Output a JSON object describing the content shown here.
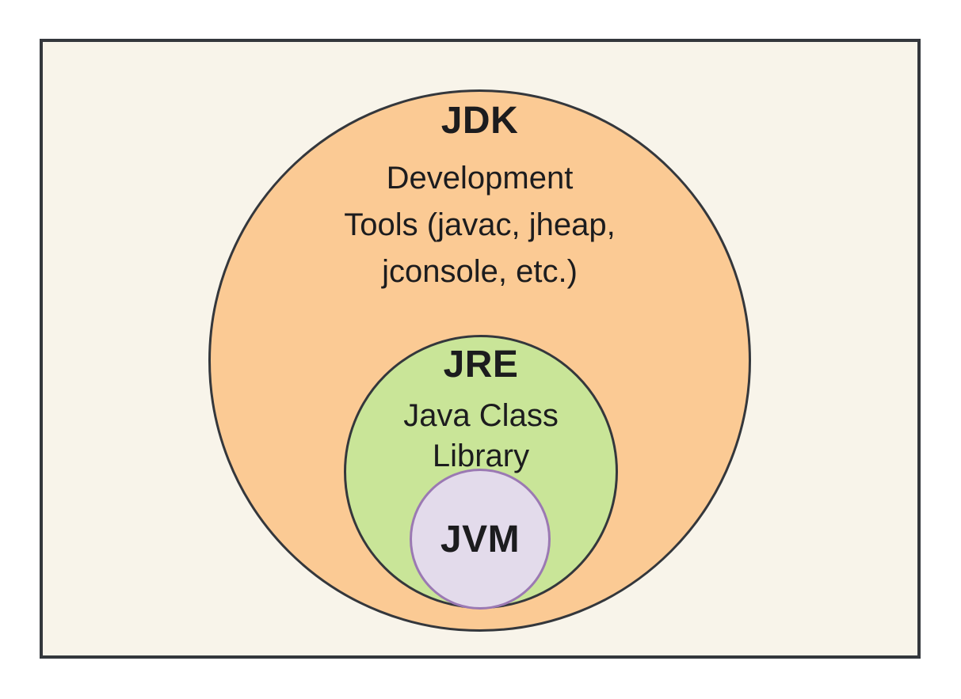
{
  "diagram": {
    "title": "JDK / JRE / JVM nested diagram",
    "colors": {
      "page_background": "#ffffff",
      "frame_background": "#f8f4ea",
      "frame_border": "#34373c",
      "jdk_fill": "#fbca94",
      "jdk_border": "#34373c",
      "jre_fill": "#c9e598",
      "jre_border": "#34373c",
      "jvm_fill": "#e3dbeb",
      "jvm_border": "#9b79b3",
      "text": "#1c1c1e"
    },
    "jdk": {
      "title": "JDK",
      "lines": {
        "0": "Development",
        "1": "Tools (javac, jheap,",
        "2": "jconsole, etc.)"
      }
    },
    "jre": {
      "title": "JRE",
      "lines": {
        "0": "Java Class",
        "1": "Library"
      }
    },
    "jvm": {
      "title": "JVM"
    }
  }
}
